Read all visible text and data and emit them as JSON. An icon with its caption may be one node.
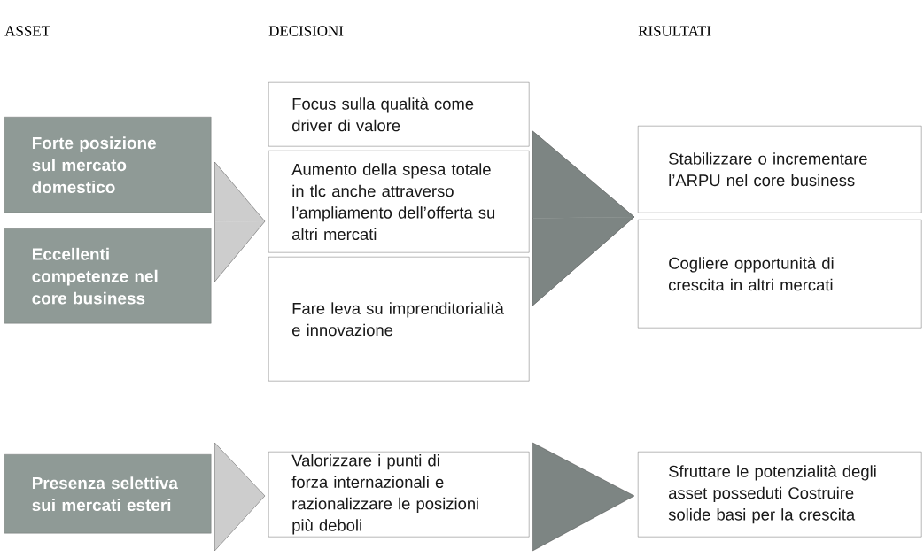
{
  "diagram": {
    "nodes": [
      {
        "text": [
          "Forte posizione sul mercato domestico"
        ]
      },
      {
        "text": [
          "Eccellenti competenze nel core business"
        ]
      },
      {
        "text": [
          "Focus sulla qualità come driver di valore"
        ]
      },
      {
        "text": [
          "Aumento della spesa totale in tlc anche attraverso l’ampliamento dell’offerta su altri mercati"
        ]
      },
      {
        "text": [
          "Fare leva su imprenditorialità e innovazione"
        ]
      },
      {
        "text": [
          "Stabilizzare o incrementare l’ARPU nel core business"
        ]
      },
      {
        "text": [
          "Cogliere opportunità di crescita in altri mercati"
        ]
      },
      {
        "text": [
          "Presenza selettiva sui mercati esteri"
        ]
      },
      {
        "text": [
          "Valorizzare i punti di forza internazionali e razionalizzare le posizioni più deboli"
        ]
      },
      {
        "text": [
          "Sfruttare le potenzialità degli asset posseduti Costruire solide basi per la crescita"
        ]
      }
    ],
    "edges": [
      {
        "from": 0,
        "to": 3,
        "arrow": "to",
        "color": "#cdcdcd"
      },
      {
        "from": 1,
        "to": 3,
        "arrow": "to",
        "color": "#cdcdcd"
      },
      {
        "from": 3,
        "to": 5,
        "arrow": "to",
        "color": "#7d8583"
      },
      {
        "from": 3,
        "to": 6,
        "arrow": "to",
        "color": "#7d8583"
      },
      {
        "from": 7,
        "to": 8,
        "arrow": "to",
        "color": "#cdcdcd"
      },
      {
        "from": 8,
        "to": 9,
        "arrow": "to",
        "color": "#7d8583"
      }
    ],
    "labels": [
      "ASSET",
      "DECISIONI",
      "RISULTATI"
    ]
  }
}
